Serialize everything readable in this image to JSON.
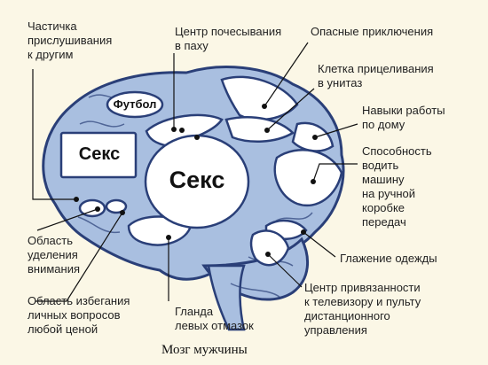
{
  "labels": {
    "top_left": "Частичка\nприслушивания\nк другим",
    "center_top": "Центр почесывания\nв паху",
    "top_right": "Опасные приключения",
    "aim_cell": "Клетка прицеливания\nв унитаз",
    "housework": "Навыки работы\nпо дому",
    "driving": "Способность\nводить\nмашину\nна ручной\nкоробке\nпередач",
    "ironing": "Глажение одежды",
    "attention": "Область\nуделения\nвнимания",
    "avoid": "Область избегания\nличных вопросов\nлюбой ценой",
    "excuses": "Гланда\nлевых отмазок",
    "tv": "Центр привязанности\nк телевизору и пульту\nдистанционного\nуправления"
  },
  "regions": {
    "football": "Футбол",
    "sex_small": "Секс",
    "sex_big": "Секс"
  },
  "caption": "Мозг мужчины",
  "colors": {
    "brain_fill": "#a9bfe0",
    "brain_stroke": "#2a3f78",
    "region_fill": "#ffffff",
    "background": "#fbf7e6"
  }
}
